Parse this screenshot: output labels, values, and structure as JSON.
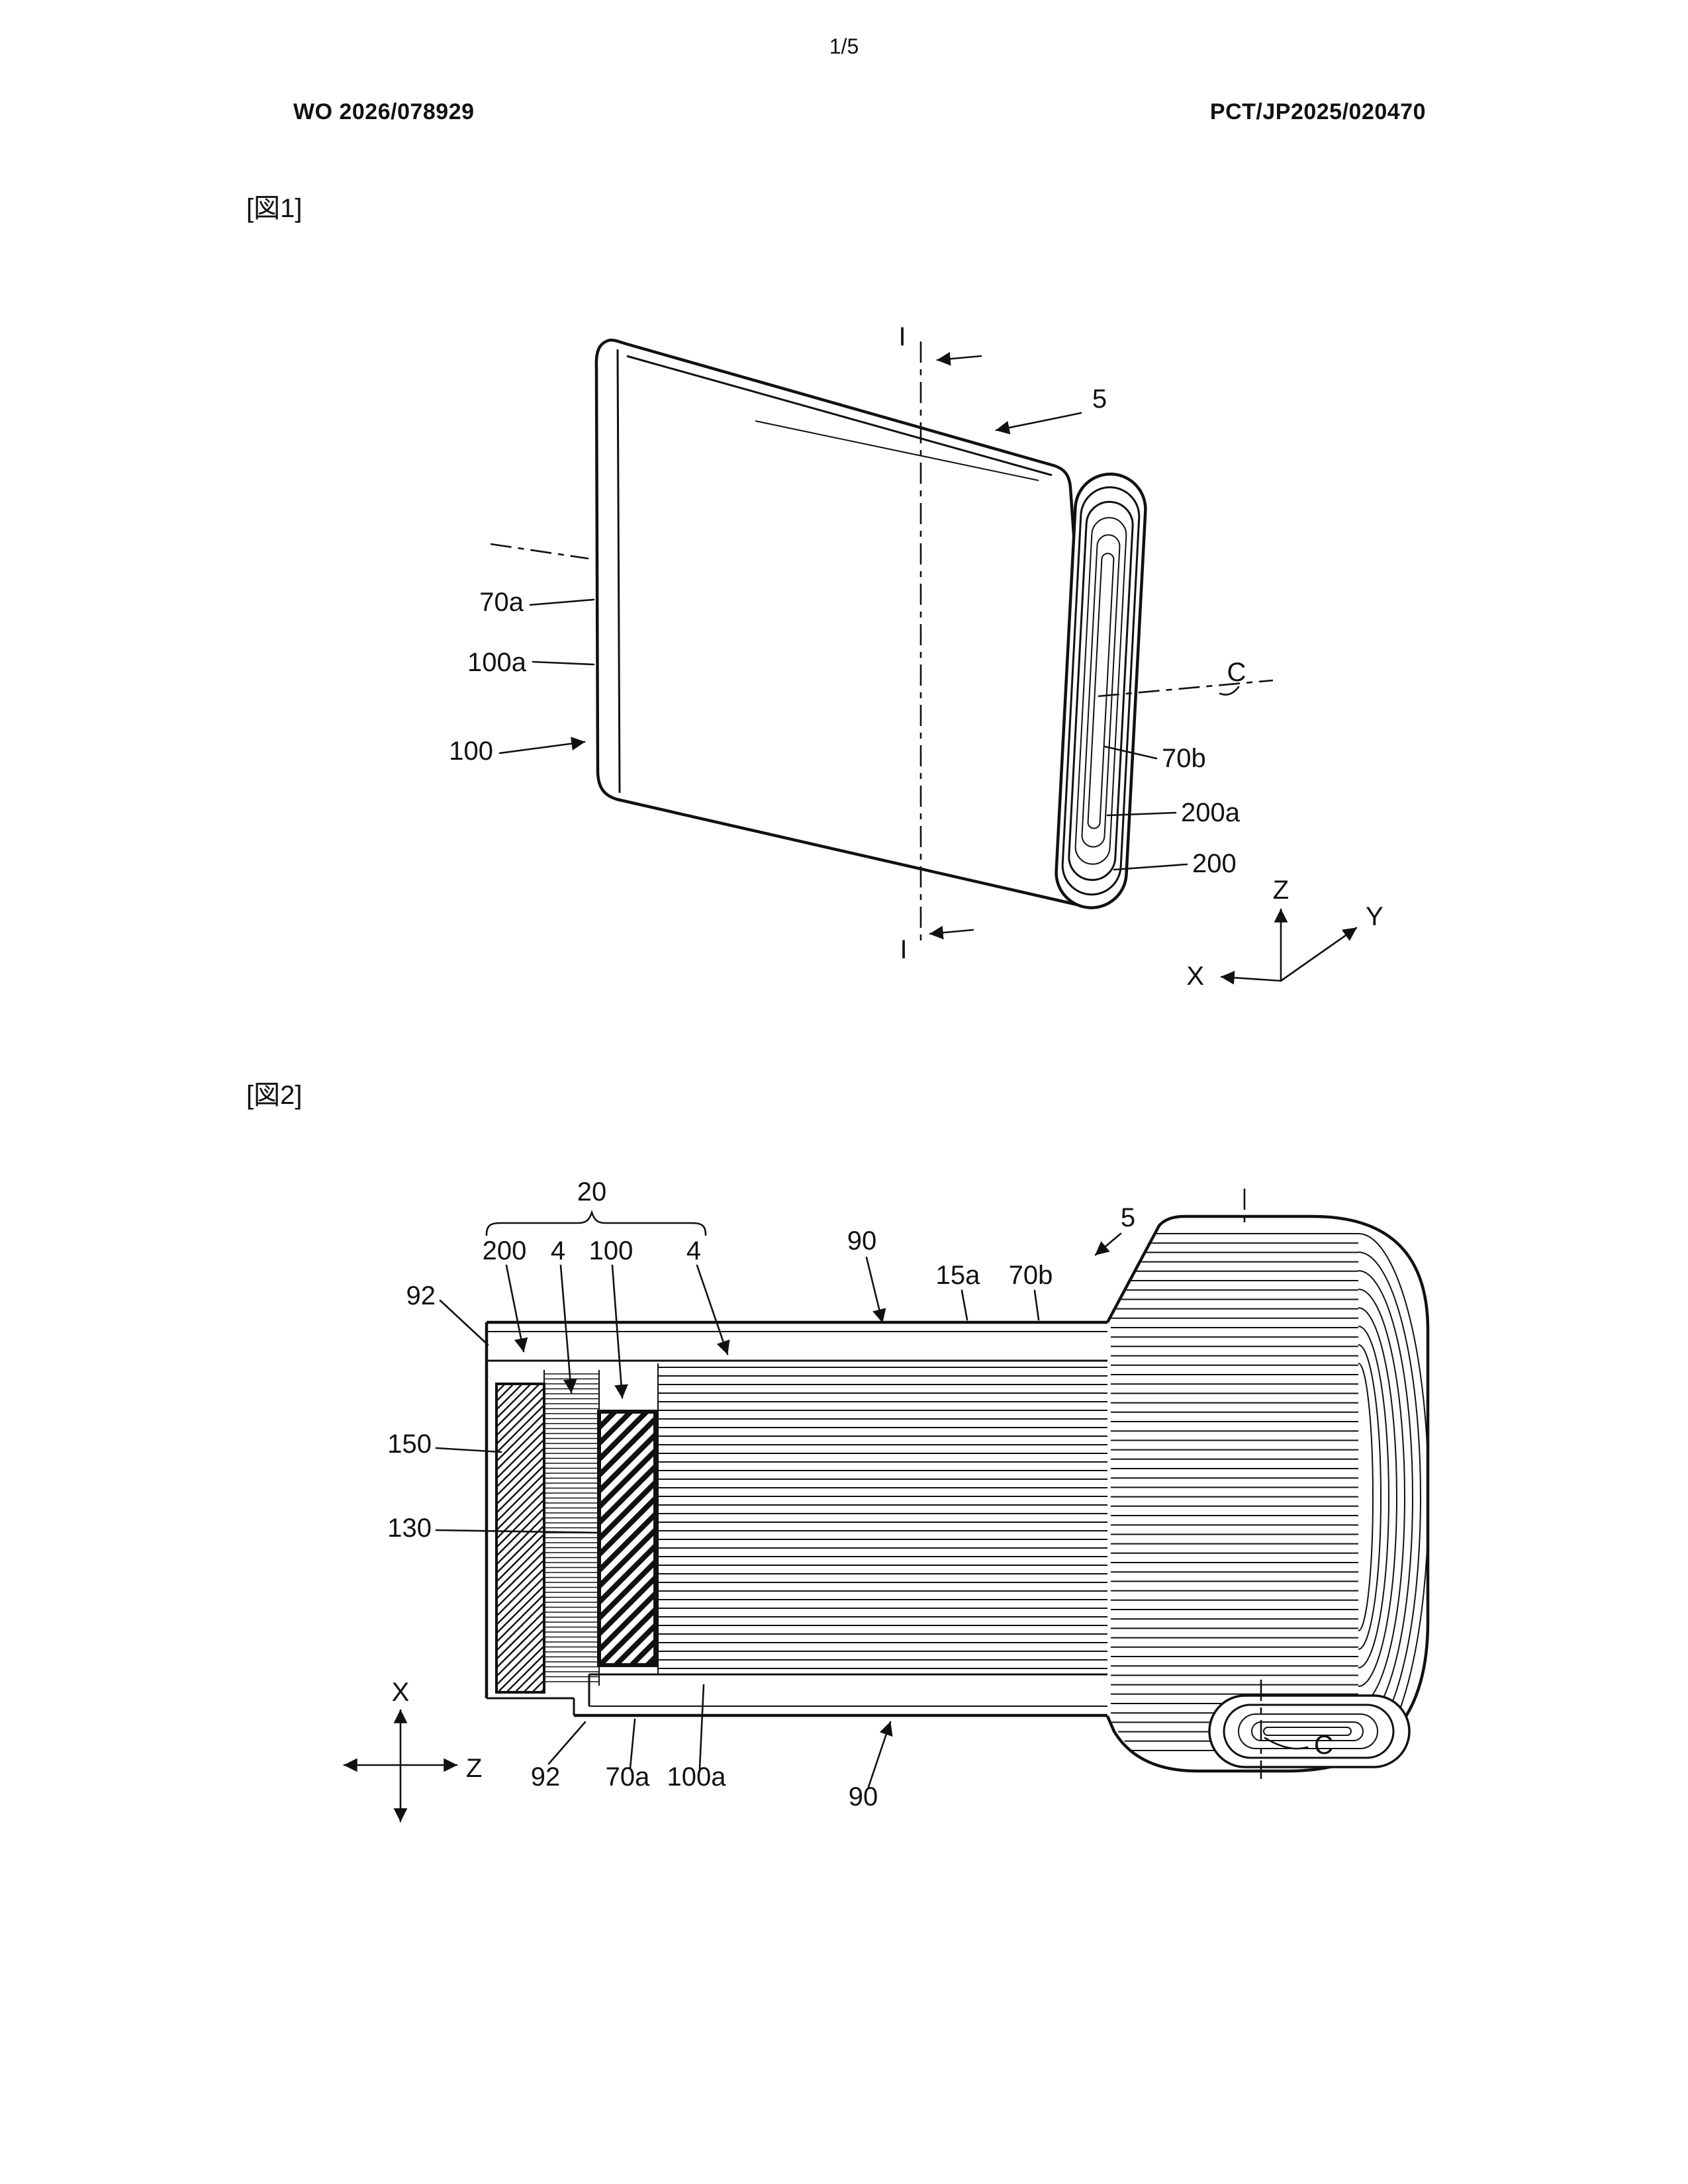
{
  "page": {
    "page_number": "1/5",
    "publication_number": "WO 2026/078929",
    "application_number": "PCT/JP2025/020470"
  },
  "fig1": {
    "caption": "[図1]",
    "refs": {
      "i_top": "I",
      "i_bottom": "I",
      "n5": "5",
      "n70a": "70a",
      "n100a": "100a",
      "n100": "100",
      "c": "C",
      "n70b": "70b",
      "n200a": "200a",
      "n200": "200"
    },
    "axes": {
      "x": "X",
      "y": "Y",
      "z": "Z"
    }
  },
  "fig2": {
    "caption": "[図2]",
    "refs": {
      "n20": "20",
      "n200": "200",
      "n4a": "4",
      "n100": "100",
      "n4b": "4",
      "n90_top": "90",
      "n15a": "15a",
      "n70b": "70b",
      "n5": "5",
      "n92_left": "92",
      "n150": "150",
      "n130": "130",
      "n92_bottom": "92",
      "n70a": "70a",
      "n100a": "100a",
      "n90_bottom": "90",
      "c": "C"
    },
    "axes": {
      "x": "X",
      "z": "Z"
    }
  }
}
